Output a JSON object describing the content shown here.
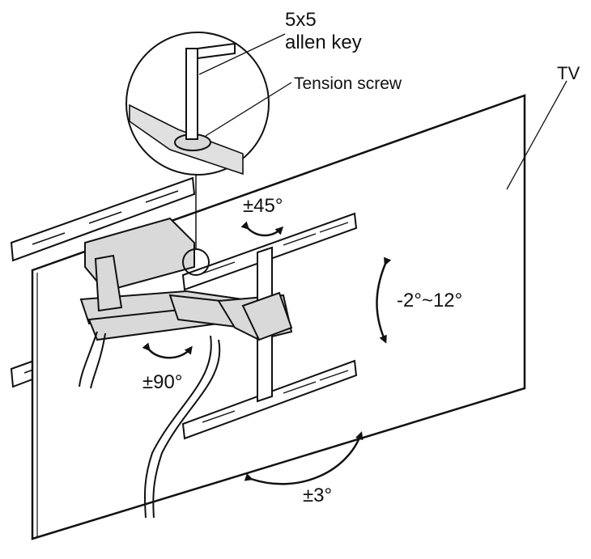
{
  "labels": {
    "allen_key_line1": "5x5",
    "allen_key_line2": "allen key",
    "tension_screw": "Tension screw",
    "tv": "TV",
    "tilt_range": "-2°~12°",
    "swivel_45": "±45°",
    "swivel_90": "±90°",
    "level_adjust": "±3°"
  },
  "colors": {
    "line": "#111111",
    "metal_fill": "#d9d9d9",
    "panel_fill": "#ffffff"
  }
}
